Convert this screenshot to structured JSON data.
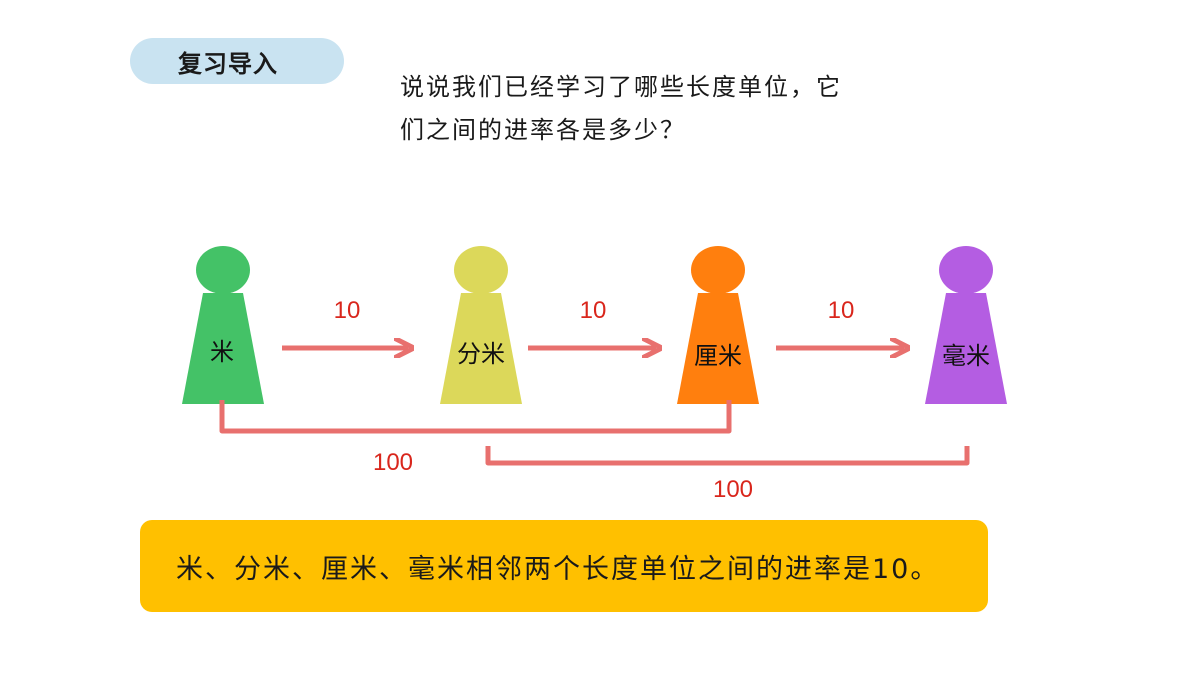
{
  "header": {
    "section_label": "复习导入"
  },
  "question": {
    "line1": "说说我们已经学习了哪些长度单位，它",
    "line2": "们之间的进率各是多少？"
  },
  "colors": {
    "meter": "#44c267",
    "decimeter": "#dcd85a",
    "centimeter": "#ff7f0e",
    "millimeter": "#b45de2",
    "arrow": "#e8706e",
    "rate_text": "#d9261c",
    "conclusion_bg": "#ffc000"
  },
  "units": [
    {
      "name": "米",
      "icon": "figure-icon"
    },
    {
      "name": "分米",
      "icon": "figure-icon"
    },
    {
      "name": "厘米",
      "icon": "figure-icon"
    },
    {
      "name": "毫米",
      "icon": "figure-icon"
    }
  ],
  "rates": {
    "adjacent": [
      "10",
      "10",
      "10"
    ],
    "skip": [
      "100",
      "100"
    ]
  },
  "conclusion": {
    "text": "米、分米、厘米、毫米相邻两个长度单位之间的进率是10。"
  }
}
